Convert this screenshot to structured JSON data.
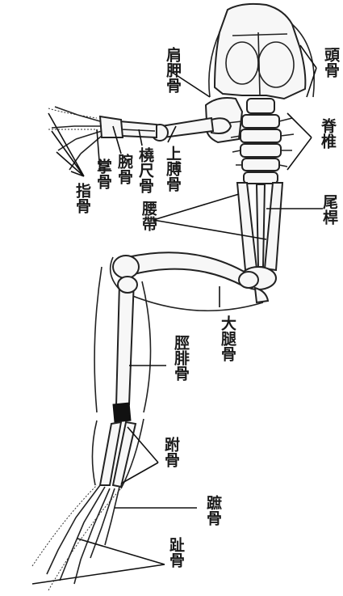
{
  "labels": {
    "skull": "頭骨",
    "scapula": "肩胛骨",
    "vertebra": "脊椎",
    "finger_bones": "指骨",
    "metacarpals": "掌骨",
    "carpals": "腕骨",
    "radio_ulna": "橈尺骨",
    "humerus": "上膊骨",
    "pelvis": "腰帶",
    "urostyle": "尾桿",
    "femur": "大腿骨",
    "tibio_fibula": "脛腓骨",
    "tarsals": "跗骨",
    "metatarsals": "蹠骨",
    "toe_bones": "趾骨"
  }
}
